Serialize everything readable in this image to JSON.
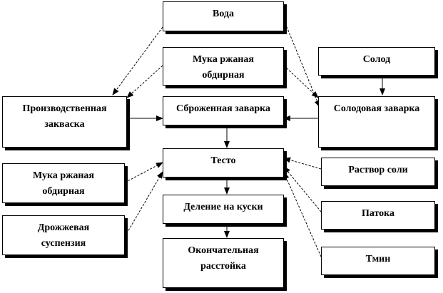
{
  "nodes": {
    "voda": "Вода",
    "muka_top": "Мука ржаная\nобдирная",
    "solod": "Солод",
    "zakvaska": "Производственная\nзакваска",
    "sbrozh": "Сброженная заварка",
    "solod_zav": "Солодовая заварка",
    "testo": "Тесто",
    "muka_left": "Мука ржаная\nобдирная",
    "rastvor": "Раствор соли",
    "drozh": "Дрожжевая\nсуспензия",
    "delenie": "Деление на куски",
    "patoka": "Патока",
    "okonch": "Окончательная\nрасстойка",
    "tmin": "Тмин"
  },
  "colors": {
    "line": "#000000",
    "box_border": "#000000",
    "box_fill": "#ffffff"
  }
}
